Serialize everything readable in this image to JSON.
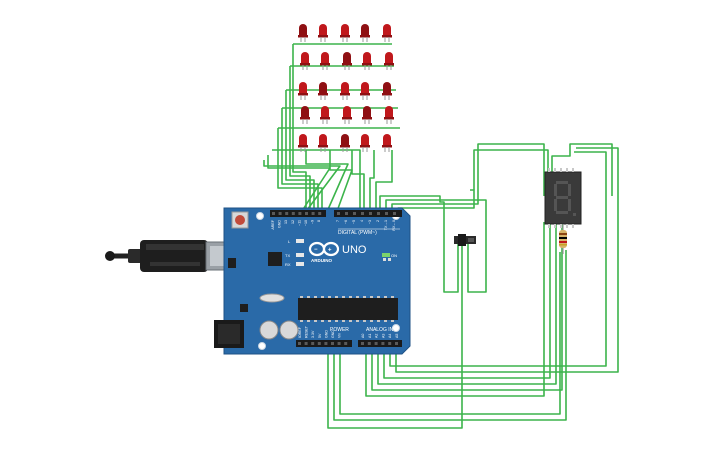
{
  "board": {
    "name": "UNO",
    "brand": "ARDUINO",
    "digital_label": "DIGITAL (PWM~)",
    "power_label": "POWER",
    "analog_label": "ANALOG IN",
    "on_label": "ON",
    "led_l": "L",
    "led_tx": "TX",
    "led_rx": "RX",
    "left_header_pins": [
      "AREF",
      "GND",
      "13",
      "12",
      "~11",
      "~10",
      "~9",
      "8"
    ],
    "right_header_pins": [
      "7",
      "~6",
      "~5",
      "4",
      "~3",
      "2",
      "TX→1",
      "RX←0"
    ],
    "power_pins": [
      "IOREF",
      "RESET",
      "3.3V",
      "5V",
      "GND",
      "GND",
      "Vin"
    ],
    "analog_pins": [
      "A0",
      "A1",
      "A2",
      "A3",
      "A4",
      "A5"
    ]
  },
  "colors": {
    "wire": "#3cb44b",
    "board": "#2a6aa8",
    "board_dark": "#1f5286",
    "led_red": "#c0181c",
    "led_dark": "#8f1013",
    "chip": "#1e1e1e",
    "display": "#3a3a3a"
  },
  "icons": {
    "usb": "usb-connector-icon",
    "barrel": "barrel-jack-icon",
    "reset": "reset-button-icon",
    "logo": "arduino-infinity-logo-icon"
  }
}
